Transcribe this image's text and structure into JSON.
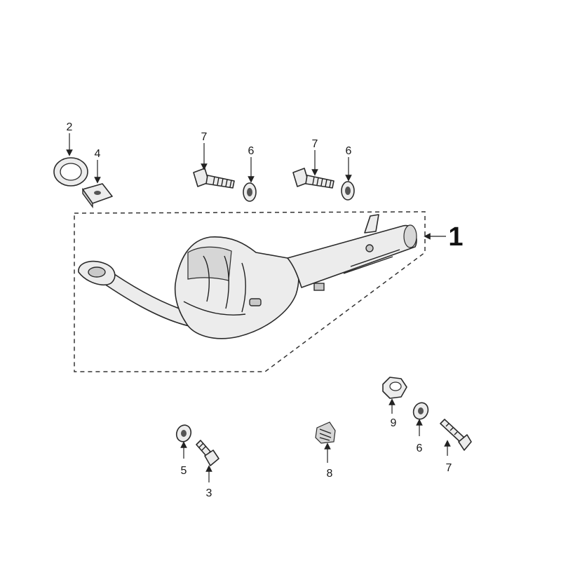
{
  "diagram": {
    "callouts": {
      "assembly": "1",
      "gasket": "2",
      "bolt_left": "3",
      "clip_nut": "4",
      "washer_left": "5",
      "washer_top_a": "6",
      "washer_top_b": "6",
      "washer_right": "6",
      "bolt_top_a": "7",
      "bolt_top_b": "7",
      "bolt_right": "7",
      "heat_pad": "8",
      "nut": "9"
    }
  }
}
